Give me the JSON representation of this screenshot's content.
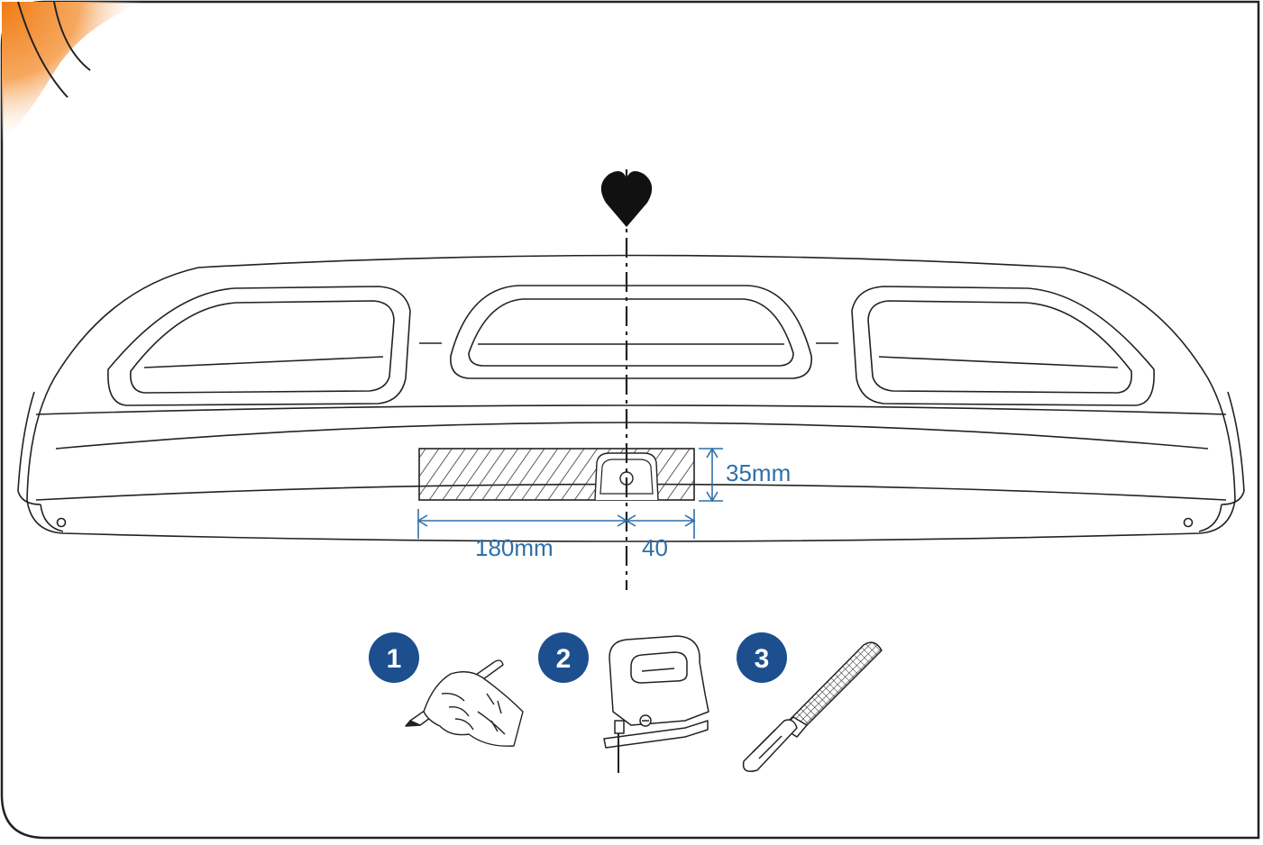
{
  "dimensions": {
    "height_label": "35mm",
    "left_width_label": "180mm",
    "right_width_label": "40"
  },
  "steps": [
    {
      "number": "1",
      "icon": "pencil-hand-icon"
    },
    {
      "number": "2",
      "icon": "jigsaw-icon"
    },
    {
      "number": "3",
      "icon": "file-icon"
    }
  ],
  "colors": {
    "dimension": "#2f6fa8",
    "step_badge": "#1d4f8f",
    "corner_accent": "#f28a1e",
    "line": "#222222"
  }
}
